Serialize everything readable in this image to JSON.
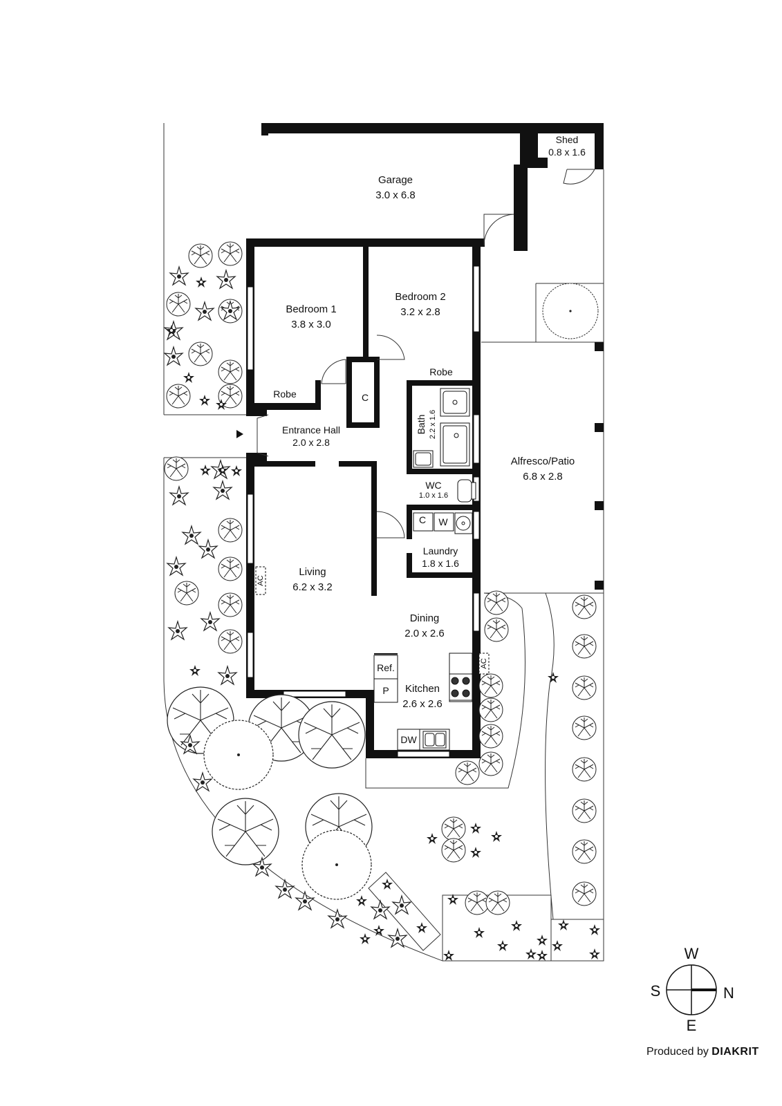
{
  "rooms": {
    "garage": {
      "name": "Garage",
      "dims": "3.0 x 6.8"
    },
    "shed": {
      "name": "Shed",
      "dims": "0.8 x 1.6"
    },
    "bedroom1": {
      "name": "Bedroom 1",
      "dims": "3.8 x 3.0"
    },
    "bedroom2": {
      "name": "Bedroom 2",
      "dims": "3.2 x 2.8"
    },
    "robe1": {
      "name": "Robe"
    },
    "robe2": {
      "name": "Robe"
    },
    "entrance": {
      "name": "Entrance Hall",
      "dims": "2.0 x 2.8"
    },
    "bath": {
      "name": "Bath",
      "dims": "2.2 x 1.6"
    },
    "wc": {
      "name": "WC",
      "dims": "1.0 x 1.6"
    },
    "laundry": {
      "name": "Laundry",
      "dims": "1.8 x 1.6"
    },
    "living": {
      "name": "Living",
      "dims": "6.2 x 3.2"
    },
    "dining": {
      "name": "Dining",
      "dims": "2.0 x 2.6"
    },
    "kitchen": {
      "name": "Kitchen",
      "dims": "2.6 x 2.6"
    },
    "alfresco": {
      "name": "Alfresco/Patio",
      "dims": "6.8 x 2.8"
    }
  },
  "fixtures": {
    "cupboard_hall": "C",
    "cupboard_laundry": "C",
    "washer": "W",
    "ac_living": "AC",
    "ac_kitchen": "AC",
    "fridge": "Ref.",
    "pantry": "P",
    "dishwasher": "DW"
  },
  "compass": {
    "top": "W",
    "left": "S",
    "right": "N",
    "bottom": "E"
  },
  "credit": {
    "prefix": "Produced by",
    "brand": "DIAKRIT"
  }
}
